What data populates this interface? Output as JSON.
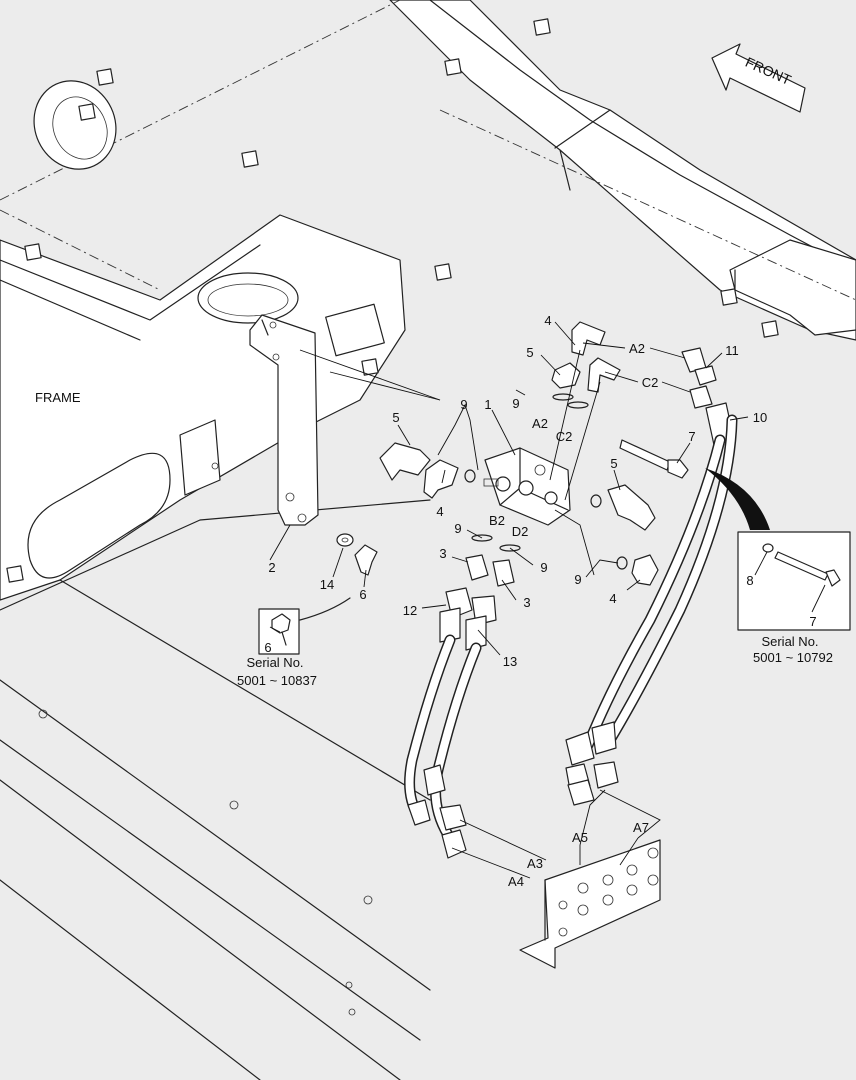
{
  "labels": {
    "frame": "FRAME",
    "front": "FRONT",
    "serial_left_title": "Serial No.",
    "serial_left_range": "5001 ~ 10837",
    "serial_right_title": "Serial No.",
    "serial_right_range": "5001 ~ 10792"
  },
  "callouts": [
    {
      "id": "c1",
      "text": "1"
    },
    {
      "id": "c2",
      "text": "2"
    },
    {
      "id": "c3a",
      "text": "3"
    },
    {
      "id": "c3b",
      "text": "3"
    },
    {
      "id": "c4a",
      "text": "4"
    },
    {
      "id": "c4b",
      "text": "4"
    },
    {
      "id": "c4c",
      "text": "4"
    },
    {
      "id": "c5a",
      "text": "5"
    },
    {
      "id": "c5b",
      "text": "5"
    },
    {
      "id": "c5c",
      "text": "5"
    },
    {
      "id": "c6a",
      "text": "6"
    },
    {
      "id": "c6b",
      "text": "6"
    },
    {
      "id": "c7a",
      "text": "7"
    },
    {
      "id": "c7b",
      "text": "7"
    },
    {
      "id": "c8",
      "text": "8"
    },
    {
      "id": "c9a",
      "text": "9"
    },
    {
      "id": "c9b",
      "text": "9"
    },
    {
      "id": "c9c",
      "text": "9"
    },
    {
      "id": "c9d",
      "text": "9"
    },
    {
      "id": "c9e",
      "text": "9"
    },
    {
      "id": "c10",
      "text": "10"
    },
    {
      "id": "c11",
      "text": "11"
    },
    {
      "id": "c12",
      "text": "12"
    },
    {
      "id": "c13",
      "text": "13"
    },
    {
      "id": "c14",
      "text": "14"
    },
    {
      "id": "pA2",
      "text": "A2"
    },
    {
      "id": "pC2",
      "text": "C2"
    },
    {
      "id": "pA2b",
      "text": "A2"
    },
    {
      "id": "pC2b",
      "text": "C2"
    },
    {
      "id": "pB2",
      "text": "B2"
    },
    {
      "id": "pD2",
      "text": "D2"
    },
    {
      "id": "pA3",
      "text": "A3"
    },
    {
      "id": "pA4",
      "text": "A4"
    },
    {
      "id": "pA5",
      "text": "A5"
    },
    {
      "id": "pA7",
      "text": "A7"
    }
  ]
}
